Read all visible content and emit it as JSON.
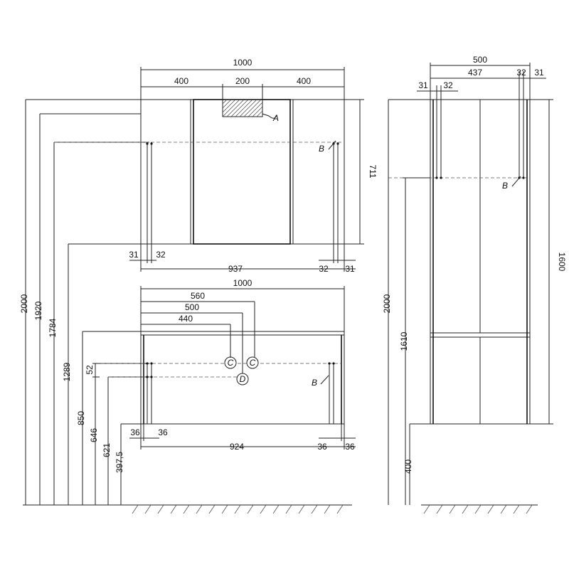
{
  "mirror": {
    "total_width": "1000",
    "seg_left": "400",
    "seg_mid": "200",
    "seg_right": "400",
    "height": "711",
    "bottom_left_1": "31",
    "bottom_left_2": "32",
    "inner_width": "937",
    "bottom_right_1": "32",
    "bottom_right_2": "31",
    "lamp_marker": "A",
    "mount_marker": "B"
  },
  "vanity": {
    "total_width": "1000",
    "w560": "560",
    "w500": "500",
    "w440": "440",
    "dim52": "52",
    "marker_c1": "C",
    "marker_c2": "C",
    "marker_d": "D",
    "marker_b": "B",
    "bottom_left_1": "36",
    "bottom_left_2": "36",
    "inner_width": "924",
    "bottom_right_1": "36",
    "bottom_right_2": "36"
  },
  "heights": {
    "h2000": "2000",
    "h1920": "1920",
    "h1784": "1784",
    "h1289": "1289",
    "h850": "850",
    "h646": "646",
    "h621": "621",
    "h397": "397,5"
  },
  "column": {
    "total_width": "500",
    "inner": "437",
    "right_1": "32",
    "right_2": "31",
    "left_1": "31",
    "left_2": "32",
    "marker_b": "B",
    "h2000": "2000",
    "h1610": "1610",
    "h1600": "1600",
    "h400": "400"
  }
}
